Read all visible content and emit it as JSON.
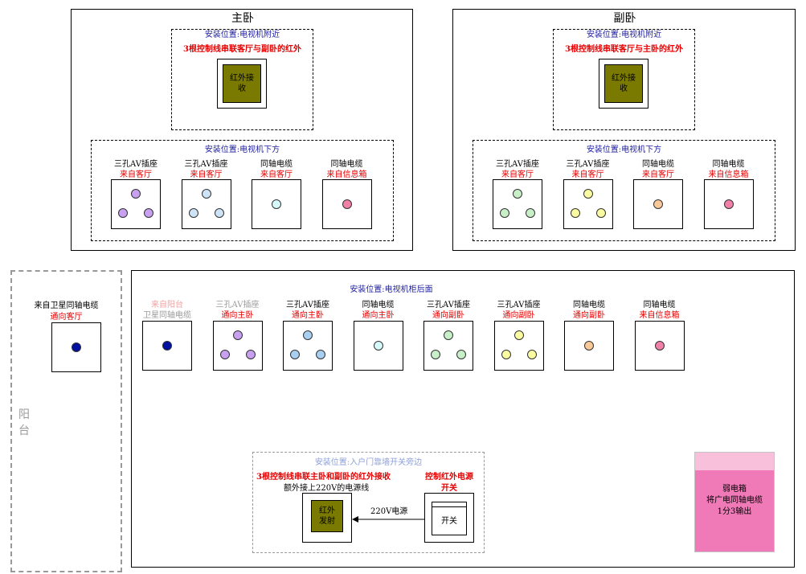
{
  "master": {
    "title": "主卧",
    "ir_zone_label": "安装位置:电视机附近",
    "ir_zone_note": "3根控制线串联客厅与副卧的红外",
    "ir_receiver_label": "红外接收",
    "tv_zone_label": "安装位置:电视机下方",
    "sockets": [
      {
        "name": "三孔AV插座",
        "sub": "来自客厅",
        "type": "three",
        "colors": [
          "#c8a0f0",
          "#c8a0f0",
          "#c8a0f0"
        ]
      },
      {
        "name": "三孔AV插座",
        "sub": "来自客厅",
        "type": "three",
        "colors": [
          "#cfe3f7",
          "#cfe3f7",
          "#cfe3f7"
        ]
      },
      {
        "name": "同轴电缆",
        "sub": "来自客厅",
        "type": "one",
        "colors": [
          "#d6fafa"
        ]
      },
      {
        "name": "同轴电缆",
        "sub": "来自信息箱",
        "type": "one",
        "colors": [
          "#f080a8"
        ]
      }
    ]
  },
  "second": {
    "title": "副卧",
    "ir_zone_label": "安装位置:电视机附近",
    "ir_zone_note": "3根控制线串联客厅与主卧的红外",
    "ir_receiver_label": "红外接收",
    "tv_zone_label": "安装位置:电视机下方",
    "sockets": [
      {
        "name": "三孔AV插座",
        "sub": "来自客厅",
        "type": "three",
        "colors": [
          "#c8f0c8",
          "#c8f0c8",
          "#c8f0c8"
        ]
      },
      {
        "name": "三孔AV插座",
        "sub": "来自客厅",
        "type": "three",
        "colors": [
          "#fafaa0",
          "#fafaa0",
          "#fafaa0"
        ]
      },
      {
        "name": "同轴电缆",
        "sub": "来自客厅",
        "type": "one",
        "colors": [
          "#f8c898"
        ]
      },
      {
        "name": "同轴电缆",
        "sub": "来自信息箱",
        "type": "one",
        "colors": [
          "#f080a8"
        ]
      }
    ]
  },
  "balcony": {
    "label": "阳台",
    "socket_name": "来自卫星同轴电缆",
    "socket_sub": "通向客厅",
    "socket_color": "#0010a0"
  },
  "living": {
    "zone_label": "安装位置:电视机柜后面",
    "sockets": [
      {
        "name": "来自阳台",
        "sub": "卫星同轴电缆",
        "name_style": "lightred",
        "sub_style": "lite",
        "type": "one",
        "colors": [
          "#0010a0"
        ]
      },
      {
        "name": "三孔AV插座",
        "sub": "通向主卧",
        "name_style": "lite",
        "sub_style": "red",
        "type": "three",
        "colors": [
          "#c8a0f0",
          "#c8a0f0",
          "#c8a0f0"
        ]
      },
      {
        "name": "三孔AV插座",
        "sub": "通向主卧",
        "name_style": "",
        "sub_style": "red",
        "type": "three",
        "colors": [
          "#a8cff0",
          "#a8cff0",
          "#a8cff0"
        ]
      },
      {
        "name": "同轴电缆",
        "sub": "通向主卧",
        "name_style": "",
        "sub_style": "red",
        "type": "one",
        "colors": [
          "#d6fafa"
        ]
      },
      {
        "name": "三孔AV插座",
        "sub": "通向副卧",
        "name_style": "",
        "sub_style": "red",
        "type": "three",
        "colors": [
          "#c8f0c8",
          "#c8f0c8",
          "#c8f0c8"
        ]
      },
      {
        "name": "三孔AV插座",
        "sub": "通向副卧",
        "name_style": "",
        "sub_style": "red",
        "type": "three",
        "colors": [
          "#fafaa0",
          "#fafaa0",
          "#fafaa0"
        ]
      },
      {
        "name": "同轴电缆",
        "sub": "通向副卧",
        "name_style": "",
        "sub_style": "red",
        "type": "one",
        "colors": [
          "#f8c898"
        ]
      },
      {
        "name": "同轴电缆",
        "sub": "来自信息箱",
        "name_style": "",
        "sub_style": "red",
        "type": "one",
        "colors": [
          "#f080a8"
        ]
      }
    ],
    "door": {
      "zone_label": "安装位置:入户门靠墙开关旁边",
      "note": "3根控制线串联主卧和副卧的红外接收",
      "note2": "额外接上220V的电源线",
      "emitter_label": "红外发射",
      "wire_label": "220V电源",
      "switch_title": "控制红外电源",
      "switch_title2": "开关",
      "switch_label": "开关"
    },
    "weak_box": {
      "title": "弱电箱",
      "line1": "将广电同轴电缆",
      "line2": "1分3输出"
    }
  }
}
